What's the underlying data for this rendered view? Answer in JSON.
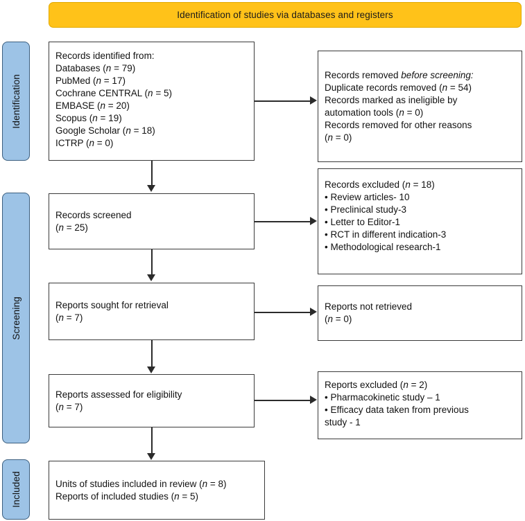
{
  "banner": {
    "label": "Identification of studies via databases and registers",
    "color": "#FFC219"
  },
  "stages": {
    "color": "#9DC3E6",
    "identification": "Identification",
    "screening": "Screening",
    "included": "Included"
  },
  "boxes": {
    "identified": {
      "lines": [
        "Records identified from:",
        "Databases (n = 79)",
        "PubMed (n = 17)",
        "Cochrane CENTRAL (n = 5)",
        "EMBASE (n = 20)",
        "Scopus (n = 19)",
        "Google Scholar (n = 18)",
        "ICTRP (n = 0)"
      ]
    },
    "removed": {
      "lines": [
        "Records removed before screening:",
        "Duplicate records removed  (n = 54)",
        "Records marked as ineligible by",
        "automation tools (n = 0)",
        "Records removed for other reasons",
        "(n = 0)"
      ]
    },
    "screened": {
      "lines": [
        "Records screened",
        "(n = 25)"
      ]
    },
    "excluded_18": {
      "lines": [
        "Records excluded (n = 18)",
        "• Review articles- 10",
        "• Preclinical study-3",
        "• Letter to Editor-1",
        "• RCT in different indication-3",
        "• Methodological research-1"
      ]
    },
    "sought": {
      "lines": [
        "Reports sought for retrieval",
        "(n = 7)"
      ]
    },
    "not_retrieved": {
      "lines": [
        "Reports not retrieved",
        "(n = 0)"
      ]
    },
    "assessed": {
      "lines": [
        "Reports assessed for eligibility",
        "(n = 7)"
      ]
    },
    "excluded_2": {
      "lines": [
        "Reports excluded (n = 2)",
        "• Pharmacokinetic study – 1",
        "• Efficacy data taken from previous",
        "study - 1"
      ]
    },
    "included": {
      "lines": [
        "Units of studies included in review (n = 8)",
        "Reports of included studies (n = 5)"
      ]
    }
  }
}
